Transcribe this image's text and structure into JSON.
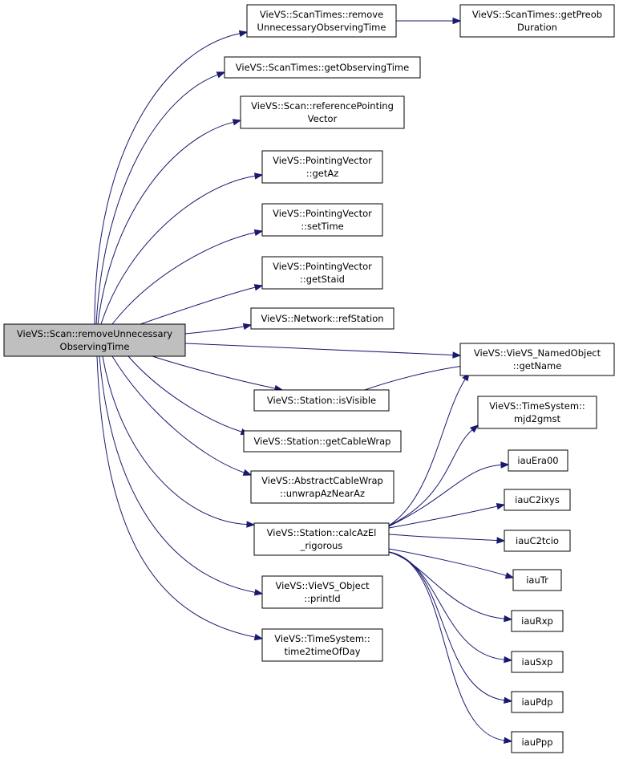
{
  "nodes": {
    "root": [
      "VieVS::Scan::removeUnnecessary",
      "ObservingTime"
    ],
    "removeUnnecessaryObservingTime": [
      "VieVS::ScanTimes::remove",
      "UnnecessaryObservingTime"
    ],
    "getPreobDuration": [
      "VieVS::ScanTimes::getPreob",
      "Duration"
    ],
    "getObservingTime": [
      "VieVS::ScanTimes::getObservingTime"
    ],
    "referencePointingVector": [
      "VieVS::Scan::referencePointing",
      "Vector"
    ],
    "getAz": [
      "VieVS::PointingVector",
      "::getAz"
    ],
    "setTime": [
      "VieVS::PointingVector",
      "::setTime"
    ],
    "getStaid": [
      "VieVS::PointingVector",
      "::getStaid"
    ],
    "refStation": [
      "VieVS::Network::refStation"
    ],
    "getName": [
      "VieVS::VieVS_NamedObject",
      "::getName"
    ],
    "isVisible": [
      "VieVS::Station::isVisible"
    ],
    "mjd2gmst": [
      "VieVS::TimeSystem::",
      "mjd2gmst"
    ],
    "getCableWrap": [
      "VieVS::Station::getCableWrap"
    ],
    "iauEra00": [
      "iauEra00"
    ],
    "unwrapAzNearAz": [
      "VieVS::AbstractCableWrap",
      "::unwrapAzNearAz"
    ],
    "iauC2ixys": [
      "iauC2ixys"
    ],
    "calcAzEl": [
      "VieVS::Station::calcAzEl",
      "_rigorous"
    ],
    "iauC2tcio": [
      "iauC2tcio"
    ],
    "iauTr": [
      "iauTr"
    ],
    "printId": [
      "VieVS::VieVS_Object",
      "::printId"
    ],
    "iauRxp": [
      "iauRxp"
    ],
    "time2timeOfDay": [
      "VieVS::TimeSystem::",
      "time2timeOfDay"
    ],
    "iauSxp": [
      "iauSxp"
    ],
    "iauPdp": [
      "iauPdp"
    ],
    "iauPpp": [
      "iauPpp"
    ]
  },
  "edges": [
    [
      "root",
      "removeUnnecessaryObservingTime"
    ],
    [
      "removeUnnecessaryObservingTime",
      "getPreobDuration"
    ],
    [
      "root",
      "getObservingTime"
    ],
    [
      "root",
      "referencePointingVector"
    ],
    [
      "root",
      "getAz"
    ],
    [
      "root",
      "setTime"
    ],
    [
      "root",
      "getStaid"
    ],
    [
      "root",
      "refStation"
    ],
    [
      "root",
      "getName"
    ],
    [
      "root",
      "isVisible"
    ],
    [
      "isVisible",
      "getName"
    ],
    [
      "root",
      "getCableWrap"
    ],
    [
      "root",
      "unwrapAzNearAz"
    ],
    [
      "root",
      "calcAzEl"
    ],
    [
      "calcAzEl",
      "getName"
    ],
    [
      "calcAzEl",
      "mjd2gmst"
    ],
    [
      "calcAzEl",
      "iauEra00"
    ],
    [
      "calcAzEl",
      "iauC2ixys"
    ],
    [
      "calcAzEl",
      "iauC2tcio"
    ],
    [
      "calcAzEl",
      "iauTr"
    ],
    [
      "calcAzEl",
      "iauRxp"
    ],
    [
      "calcAzEl",
      "iauSxp"
    ],
    [
      "calcAzEl",
      "iauPdp"
    ],
    [
      "calcAzEl",
      "iauPpp"
    ],
    [
      "root",
      "printId"
    ],
    [
      "root",
      "time2timeOfDay"
    ]
  ],
  "colors": {
    "edge": "#191970",
    "root_fill": "#bfbfbf",
    "node_fill": "#ffffff",
    "node_border": "#000000"
  }
}
